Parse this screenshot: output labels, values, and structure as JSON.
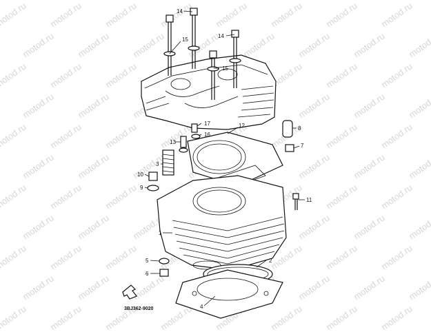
{
  "watermark": {
    "text": "motod.ru"
  },
  "part_code": "3BJ362-9020",
  "callouts": {
    "c1": "1",
    "c2": "2",
    "c3": "3",
    "c4": "4",
    "c5": "5",
    "c6": "6",
    "c7": "7",
    "c8": "8",
    "c9": "9",
    "c10": "10",
    "c11": "11",
    "c12": "12",
    "c13": "13",
    "c14a": "14",
    "c14b": "14",
    "c15a": "15",
    "c15b": "15",
    "c16": "16",
    "c17": "17"
  },
  "colors": {
    "ink": "#111111",
    "watermark": "#cfcfcf",
    "background": "#ffffff"
  }
}
